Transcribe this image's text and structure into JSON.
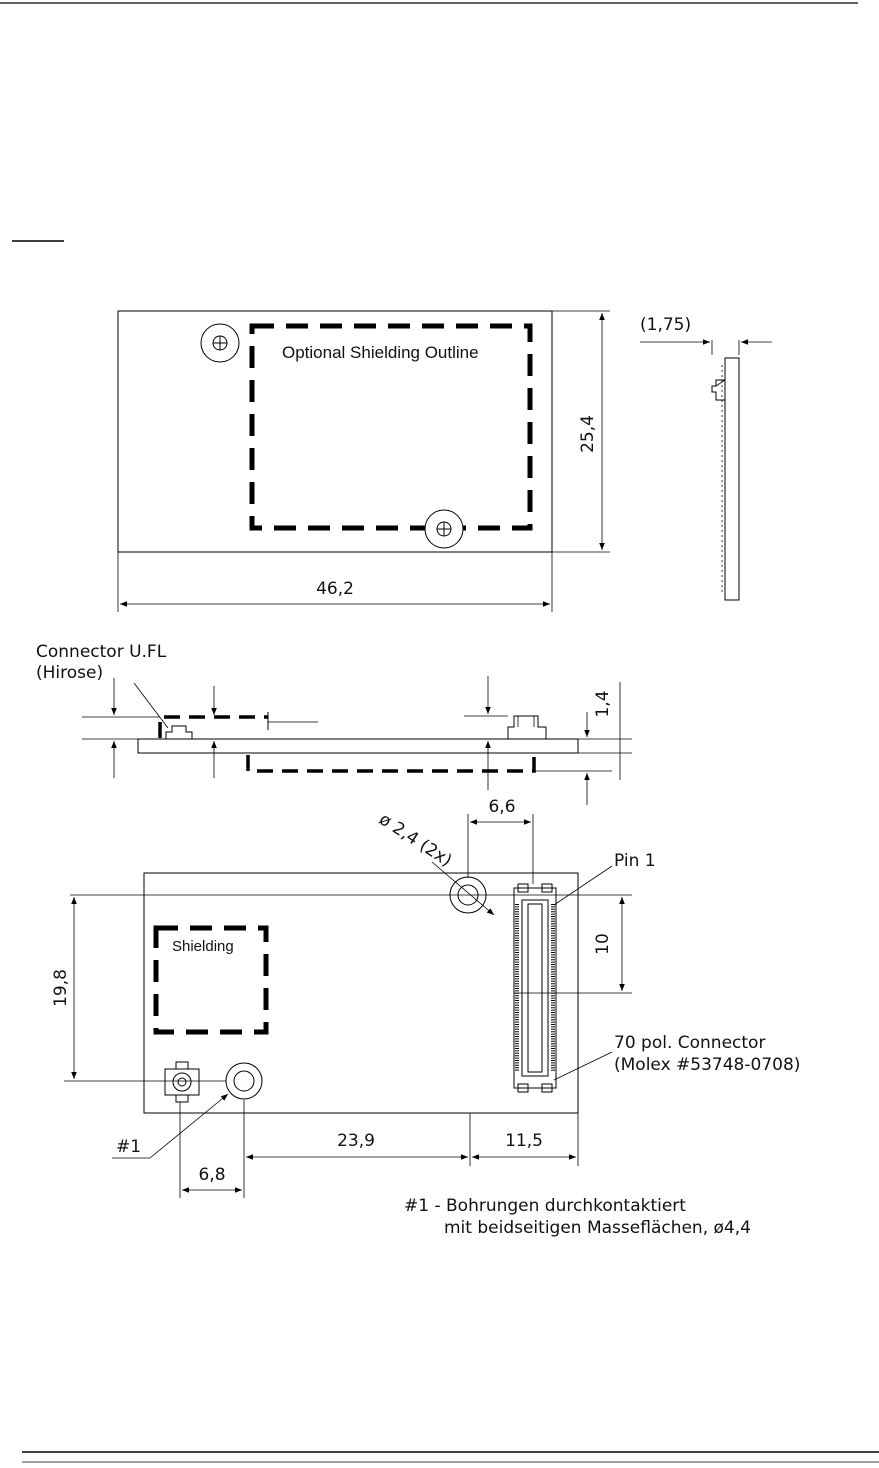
{
  "top_view": {
    "shield_label": "Optional Shielding Outline",
    "dim_height": "25,4",
    "dim_width": "46,2"
  },
  "side_view": {
    "dim_thickness": "(1,75)"
  },
  "profile_view": {
    "connector_label_line1": "Connector U.FL",
    "connector_label_line2": "(Hirose)",
    "dim_height": "1,4"
  },
  "bottom_view": {
    "dim_pitch": "6,6",
    "dim_hole": "ø 2,4 (2x)",
    "pin1_label": "Pin 1",
    "dim_10": "10",
    "dim_19_8": "19,8",
    "shield_label": "Shielding",
    "connector_label_line1": "70 pol. Connector",
    "connector_label_line2": "(Molex #53748-0708)",
    "hole_ref": "#1",
    "dim_23_9": "23,9",
    "dim_11_5": "11,5",
    "dim_6_8": "6,8",
    "note_line1": "#1 - Bohrungen durchkontaktiert",
    "note_line2": "mit beidseitigen Masseflächen, ø4,4"
  }
}
